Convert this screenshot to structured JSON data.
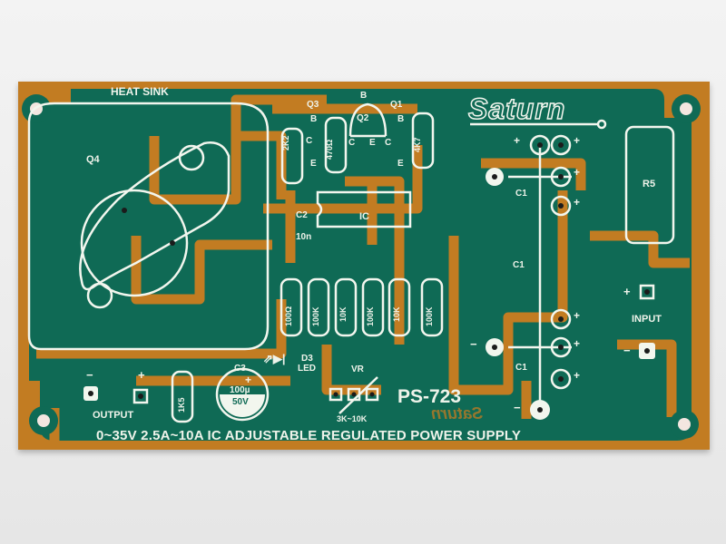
{
  "photo": {
    "subject": "Bare printed circuit board",
    "colors": {
      "background": "#ededed",
      "solder_mask": "#0f6a55",
      "copper": "#c27c22",
      "silkscreen": "#f2f6ee"
    }
  },
  "board": {
    "brand": "Saturn",
    "model": "PS-723",
    "title": "0~35V 2.5A~10A IC ADJUSTABLE REGULATED POWER SUPPLY",
    "heat_sink_label": "HEAT SINK",
    "components": {
      "q4": "Q4",
      "q3": "Q3",
      "q2": "Q2",
      "q1": "Q1",
      "pin_b": "B",
      "pin_c": "C",
      "pin_e": "E",
      "r_2k2": "2K2",
      "r_470": "470Ω",
      "r_4k7": "4K7",
      "c2": "C2",
      "c2_value": "10n",
      "ic": "IC",
      "resistors": [
        "100Ω",
        "100K",
        "10K",
        "100K",
        "10K",
        "100K"
      ],
      "r5": "R5",
      "c1": "C1",
      "d3": "D3",
      "led": "LED",
      "vr": "VR",
      "vr_range": "3K~10K",
      "c3": "C3",
      "c3_value": "100µ",
      "c3_voltage": "50V",
      "r_1k5": "1K5"
    },
    "terminals": {
      "output_label": "OUTPUT",
      "input_label": "INPUT",
      "plus": "+",
      "minus": "−"
    },
    "mirrored_text": "Saturn"
  }
}
